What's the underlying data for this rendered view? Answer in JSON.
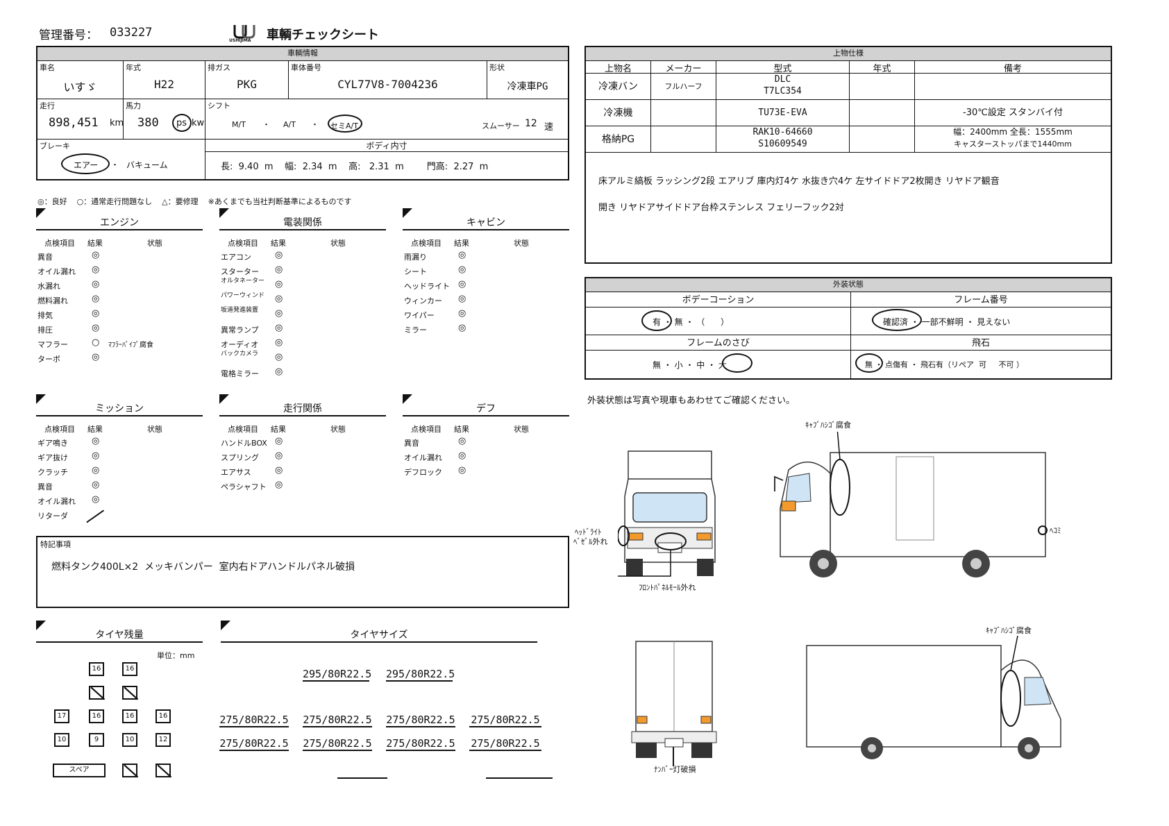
{
  "header": {
    "mgmt_label": "管理番号：",
    "mgmt_no": "033227",
    "logo_text": "USHIJIMA",
    "title": "車輌チェックシート"
  },
  "vehicle": {
    "section": "車輌情報",
    "maker_l": "車名",
    "maker": "いすゞ",
    "year_l": "年式",
    "year": "H22",
    "gas_l": "排ガス",
    "gas": "PKG",
    "vin_l": "車体番号",
    "vin": "CYL77V8-7004236",
    "shape_l": "形状",
    "shape": "冷凍車PG",
    "mileage_l": "走行",
    "mileage": "898,451",
    "km": "km",
    "hp_l": "馬力",
    "hp": "380",
    "ps": "ps",
    "kw": "kw",
    "shift_l": "シフト",
    "mt": "M/T",
    "at": "A/T",
    "semi": "セミA/T",
    "smoother": "スムーサー",
    "gears": "12",
    "ren": "速",
    "brake_l": "ブレーキ",
    "air": "エアー",
    "vacuum": "バキューム",
    "body_l": "ボディ内寸",
    "dims": "長:  9.40  m    幅:  2.34  m    高:   2.31  m        門高:  2.27  m"
  },
  "upper": {
    "section": "上物仕様",
    "cols": [
      "上物名",
      "メーカー",
      "型式",
      "年式",
      "備考"
    ],
    "rows": [
      {
        "name": "冷凍バン",
        "maker": "フルハーフ",
        "model": "DLC",
        "model2": "T7LC354",
        "year": "",
        "note": "",
        "note2": ""
      },
      {
        "name": "冷凍機",
        "maker": "",
        "model": "TU73E-EVA",
        "model2": "",
        "year": "",
        "note": "-30℃設定  スタンバイ付",
        "note2": ""
      },
      {
        "name": "格納PG",
        "maker": "",
        "model": "RAK10-64660",
        "model2": "S10609549",
        "year": "",
        "note": "幅：2400mm  全長：1555mm",
        "note2": "キャスターストッパまで1440mm"
      }
    ],
    "remarks1": "床アルミ縞板  ラッシング2段  エアリブ  庫内灯4ケ  水抜き穴4ケ  左サイドドア2枚開き  リヤドア観音",
    "remarks2": "開き  リヤドアサイドドア台枠ステンレス  フェリーフック2対"
  },
  "exterior": {
    "section": "外装状態",
    "coating_l": "ボデーコーション",
    "coating": "有 ・ 無 ・ （      ）",
    "frame_l": "フレーム番号",
    "frame": "確認済 ・ 一部不鮮明 ・ 見えない",
    "rust_l": "フレームのさび",
    "rust": "無 ・ 小 ・ 中 ・ 大",
    "stone_l": "飛石",
    "stone": "無 ・ 点傷有 ・ 飛石有（リペア  可     不可 ）",
    "note": "外装状態は写真や現車もあわせてご確認ください。"
  },
  "legend": "◎：良好    ○：通常走行問題なし    △：要修理    ※あくまでも当社判断基準によるものです",
  "col_headers": {
    "item": "点検項目",
    "result": "結果",
    "state": "状態"
  },
  "engine": {
    "title": "エンジン",
    "items": [
      {
        "n": "異音",
        "r": "◎",
        "s": ""
      },
      {
        "n": "オイル漏れ",
        "r": "◎",
        "s": ""
      },
      {
        "n": "水漏れ",
        "r": "◎",
        "s": ""
      },
      {
        "n": "燃料漏れ",
        "r": "◎",
        "s": ""
      },
      {
        "n": "排気",
        "r": "◎",
        "s": ""
      },
      {
        "n": "排圧",
        "r": "◎",
        "s": ""
      },
      {
        "n": "マフラー",
        "r": "○",
        "s": "ﾏﾌﾗｰﾊﾟｲﾌﾟ腐食"
      },
      {
        "n": "ターボ",
        "r": "◎",
        "s": ""
      }
    ]
  },
  "electric": {
    "title": "電装関係",
    "items": [
      {
        "n": "エアコン",
        "r": "◎"
      },
      {
        "n": "スターター",
        "r": "◎"
      },
      {
        "n": "オルタネーター",
        "r": "◎"
      },
      {
        "n": "パワーウィンド",
        "r": "◎"
      },
      {
        "n": "坂道発進装置",
        "r": "◎"
      },
      {
        "n": "異常ランプ",
        "r": "◎"
      },
      {
        "n": "オーディオ",
        "r": "◎"
      },
      {
        "n": "バックカメラ",
        "r": "◎"
      },
      {
        "n": "電格ミラー",
        "r": "◎"
      }
    ]
  },
  "cabin": {
    "title": "キャビン",
    "items": [
      {
        "n": "雨漏り",
        "r": "◎"
      },
      {
        "n": "シート",
        "r": "◎"
      },
      {
        "n": "ヘッドライト",
        "r": "◎"
      },
      {
        "n": "ウィンカー",
        "r": "◎"
      },
      {
        "n": "ワイパー",
        "r": "◎"
      },
      {
        "n": "ミラー",
        "r": "◎"
      }
    ]
  },
  "mission": {
    "title": "ミッション",
    "items": [
      {
        "n": "ギア鳴き",
        "r": "◎"
      },
      {
        "n": "ギア抜け",
        "r": "◎"
      },
      {
        "n": "クラッチ",
        "r": "◎"
      },
      {
        "n": "異音",
        "r": "◎"
      },
      {
        "n": "オイル漏れ",
        "r": "◎"
      },
      {
        "n": "リターダ",
        "r": ""
      }
    ]
  },
  "drive": {
    "title": "走行関係",
    "items": [
      {
        "n": "ハンドルBOX",
        "r": "◎"
      },
      {
        "n": "スプリング",
        "r": "◎"
      },
      {
        "n": "エアサス",
        "r": "◎"
      },
      {
        "n": "ペラシャフト",
        "r": "◎"
      }
    ]
  },
  "diff": {
    "title": "デフ",
    "items": [
      {
        "n": "異音",
        "r": "◎"
      },
      {
        "n": "オイル漏れ",
        "r": "◎"
      },
      {
        "n": "デフロック",
        "r": "◎"
      }
    ]
  },
  "special": {
    "title": "特記事項",
    "text": "燃料タンク400L×2  メッキバンパー  室内右ドアハンドルパネル破損"
  },
  "tire_remain": {
    "title": "タイヤ残量",
    "unit": "単位：mm",
    "r1": [
      "16",
      "16"
    ],
    "r3": [
      "17",
      "16",
      "16",
      "16"
    ],
    "r4": [
      "10",
      "9",
      "10",
      "12"
    ],
    "spare": "スペア"
  },
  "tire_size": {
    "title": "タイヤサイズ",
    "front": "295/80R22.5",
    "rear": "275/80R22.5"
  },
  "annotations": {
    "cab_rust": "ｷｬﾌﾞﾊｼｺﾞ腐食",
    "dent": "ﾍｺﾐ",
    "headlight": "ﾍｯﾄﾞﾗｲﾄ",
    "bezel": "ﾍﾞｾﾞﾙ外れ",
    "front_panel": "ﾌﾛﾝﾄﾊﾟﾈﾙﾓｰﾙ外れ",
    "plate_light": "ﾅﾝﾊﾞｰ灯破損"
  }
}
